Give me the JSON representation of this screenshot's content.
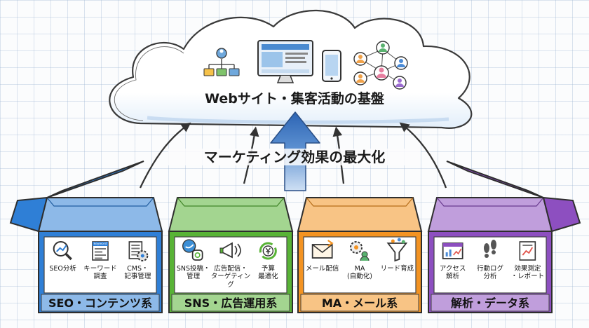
{
  "cloud": {
    "title": "Webサイト・集客活動の基盤",
    "icons": [
      "org-chart-icon",
      "monitor-icon",
      "smartphone-icon",
      "people-network-icon"
    ]
  },
  "center_label": "マーケティング効果の最大化",
  "boxes": [
    {
      "title": "SEO・コンテンツ系",
      "color": "#2f7fd6",
      "items": [
        {
          "icon": "magnifier-chart-icon",
          "label": "SEO分析"
        },
        {
          "icon": "keyword-document-icon",
          "label": "キーワード\n調査",
          "badge": "keyword"
        },
        {
          "icon": "cms-gear-document-icon",
          "label": "CMS・\n記事管理"
        }
      ]
    },
    {
      "title": "SNS・広告運用系",
      "color": "#58b336",
      "items": [
        {
          "icon": "sns-twitter-instagram-icon",
          "label": "SNS投稿・\n管理"
        },
        {
          "icon": "megaphone-icon",
          "label": "広告配信・\nターゲティング"
        },
        {
          "icon": "yen-cycle-icon",
          "label": "予算\n最適化"
        }
      ]
    },
    {
      "title": "MA・メール系",
      "color": "#f39322",
      "items": [
        {
          "icon": "envelope-icon",
          "label": "メール配信"
        },
        {
          "icon": "gear-person-icon",
          "label": "MA\n(自動化)"
        },
        {
          "icon": "funnel-icon",
          "label": "リード育成"
        }
      ]
    },
    {
      "title": "解析・データ系",
      "color": "#8d4fc0",
      "items": [
        {
          "icon": "analytics-dashboard-icon",
          "label": "アクセス\n解析"
        },
        {
          "icon": "footprints-icon",
          "label": "行動ログ\n分析"
        },
        {
          "icon": "report-icon",
          "label": "効果測定\n・レポート"
        }
      ]
    }
  ]
}
